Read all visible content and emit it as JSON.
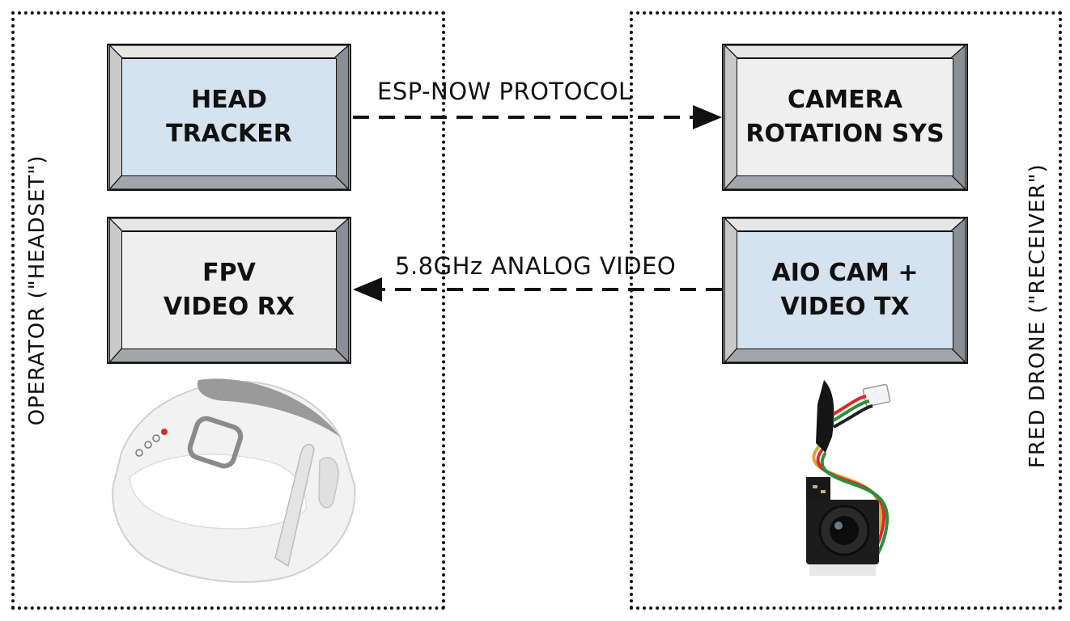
{
  "groups": {
    "operator": {
      "label": "OPERATOR (\"HEADSET\")"
    },
    "drone": {
      "label": "FRED DRONE (\"RECEIVER\")"
    }
  },
  "blocks": {
    "head_tracker": {
      "line1": "HEAD",
      "line2": "TRACKER"
    },
    "camera_rotation": {
      "line1": "CAMERA",
      "line2": "ROTATION SYS"
    },
    "fpv_video_rx": {
      "line1": "FPV",
      "line2": "VIDEO RX"
    },
    "aio_cam": {
      "line1": "AIO CAM +",
      "line2": "VIDEO TX"
    }
  },
  "links": {
    "espnow": {
      "label": "ESP-NOW PROTOCOL"
    },
    "analog_video": {
      "label": "5.8GHz ANALOG VIDEO"
    }
  },
  "colors": {
    "blue_block": "#d5e2f0",
    "gray_block": "#efefef",
    "outline": "#111111"
  }
}
